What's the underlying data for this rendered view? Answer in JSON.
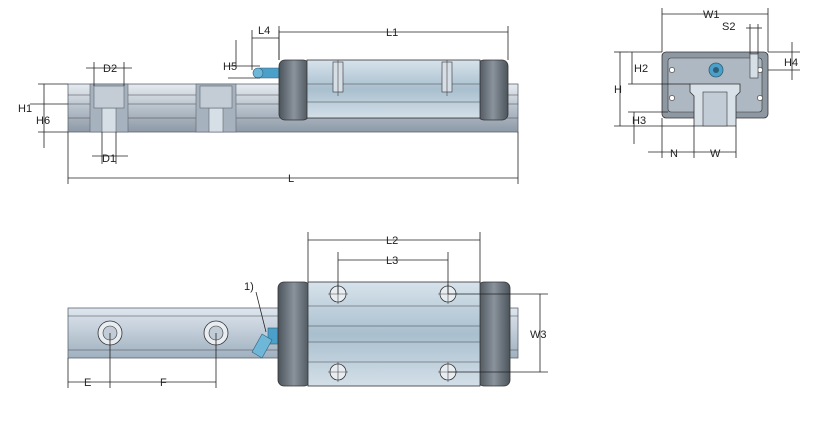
{
  "labels": {
    "side": {
      "D2": "D2",
      "H5": "H5",
      "L4": "L4",
      "L1": "L1",
      "H1": "H1",
      "H6": "H6",
      "D1": "D1",
      "L": "L"
    },
    "end": {
      "W1": "W1",
      "S2": "S2",
      "H2": "H2",
      "H4": "H4",
      "H": "H",
      "H3": "H3",
      "N": "N",
      "W": "W"
    },
    "top": {
      "L2": "L2",
      "L3": "L3",
      "note": "1)",
      "W3": "W3",
      "E": "E",
      "F": "F"
    }
  },
  "colors": {
    "steel": "#c9d2dc",
    "steel_dark": "#7f8c99",
    "block": "#b9cbd8",
    "endcap": "#5f6770",
    "line": "#222222",
    "accent": "#4aa0c8"
  }
}
